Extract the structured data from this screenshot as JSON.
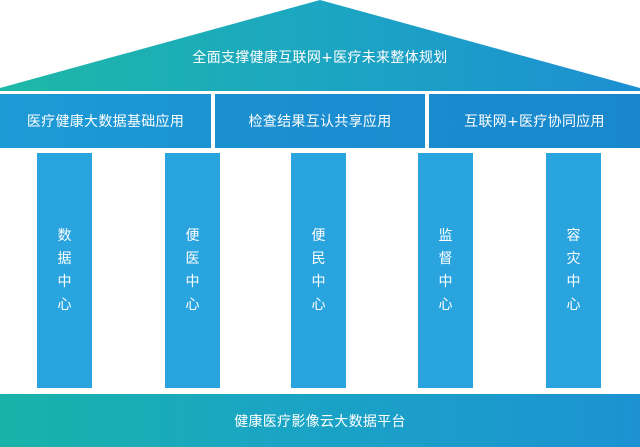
{
  "roof": {
    "title": "全面支撑健康互联网+医疗未来整体规划"
  },
  "beams": [
    "医疗健康大数据基础应用",
    "检查结果互认共享应用",
    "互联网+医疗协同应用"
  ],
  "pillars": [
    [
      "数",
      "据",
      "中",
      "心"
    ],
    [
      "便",
      "医",
      "中",
      "心"
    ],
    [
      "便",
      "民",
      "中",
      "心"
    ],
    [
      "监",
      "督",
      "中",
      "心"
    ],
    [
      "容",
      "灾",
      "中",
      "心"
    ]
  ],
  "base": {
    "title": "健康医疗影像云大数据平台"
  },
  "colors": {
    "roof_left": "#1db8a6",
    "roof_right": "#1c8fd2",
    "beam": "#1c93d3",
    "pillar": "#2aa4de",
    "base_left": "#18b3a8",
    "base_right": "#1c92d2"
  }
}
